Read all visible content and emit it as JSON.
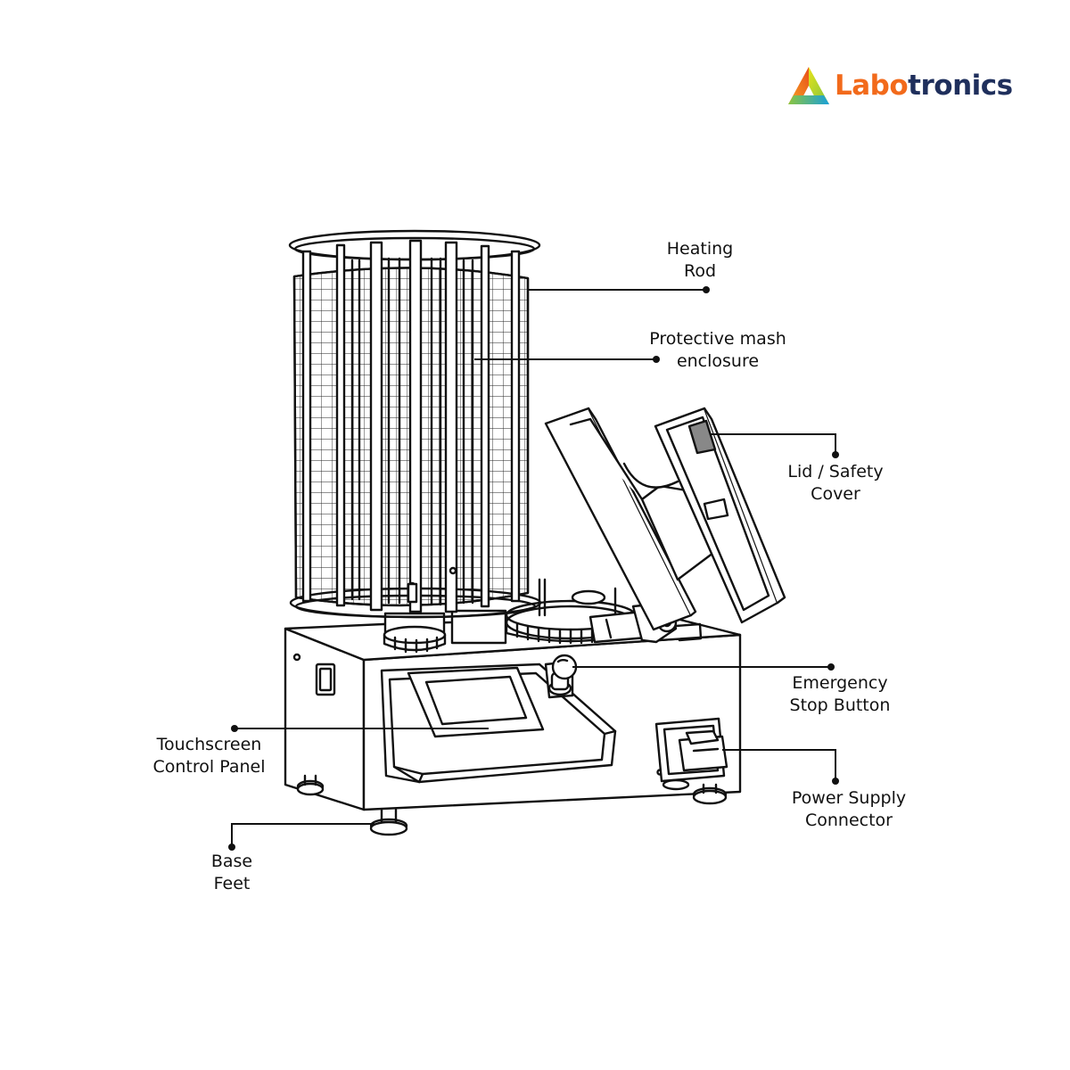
{
  "brand": {
    "name_part1": "Labo",
    "name_part2": "tronics",
    "colors": {
      "part1": "#f26a1b",
      "part2": "#1f2f5c"
    },
    "logo_icon": "triangle-prism-icon"
  },
  "labels": {
    "heating_rod": {
      "line1": "Heating",
      "line2": "Rod"
    },
    "mesh_enclosure": {
      "line1": "Protective mash",
      "line2": "enclosure"
    },
    "lid_cover": {
      "line1": "Lid / Safety",
      "line2": "Cover"
    },
    "emergency_stop": {
      "line1": "Emergency",
      "line2": "Stop Button"
    },
    "touchscreen": {
      "line1": "Touchscreen",
      "line2": "Control Panel"
    },
    "power_supply": {
      "line1": "Power Supply",
      "line2": "Connector"
    },
    "base_feet": {
      "line1": "Base",
      "line2": "Feet"
    }
  },
  "colors": {
    "line": "#111111",
    "background": "#ffffff"
  }
}
